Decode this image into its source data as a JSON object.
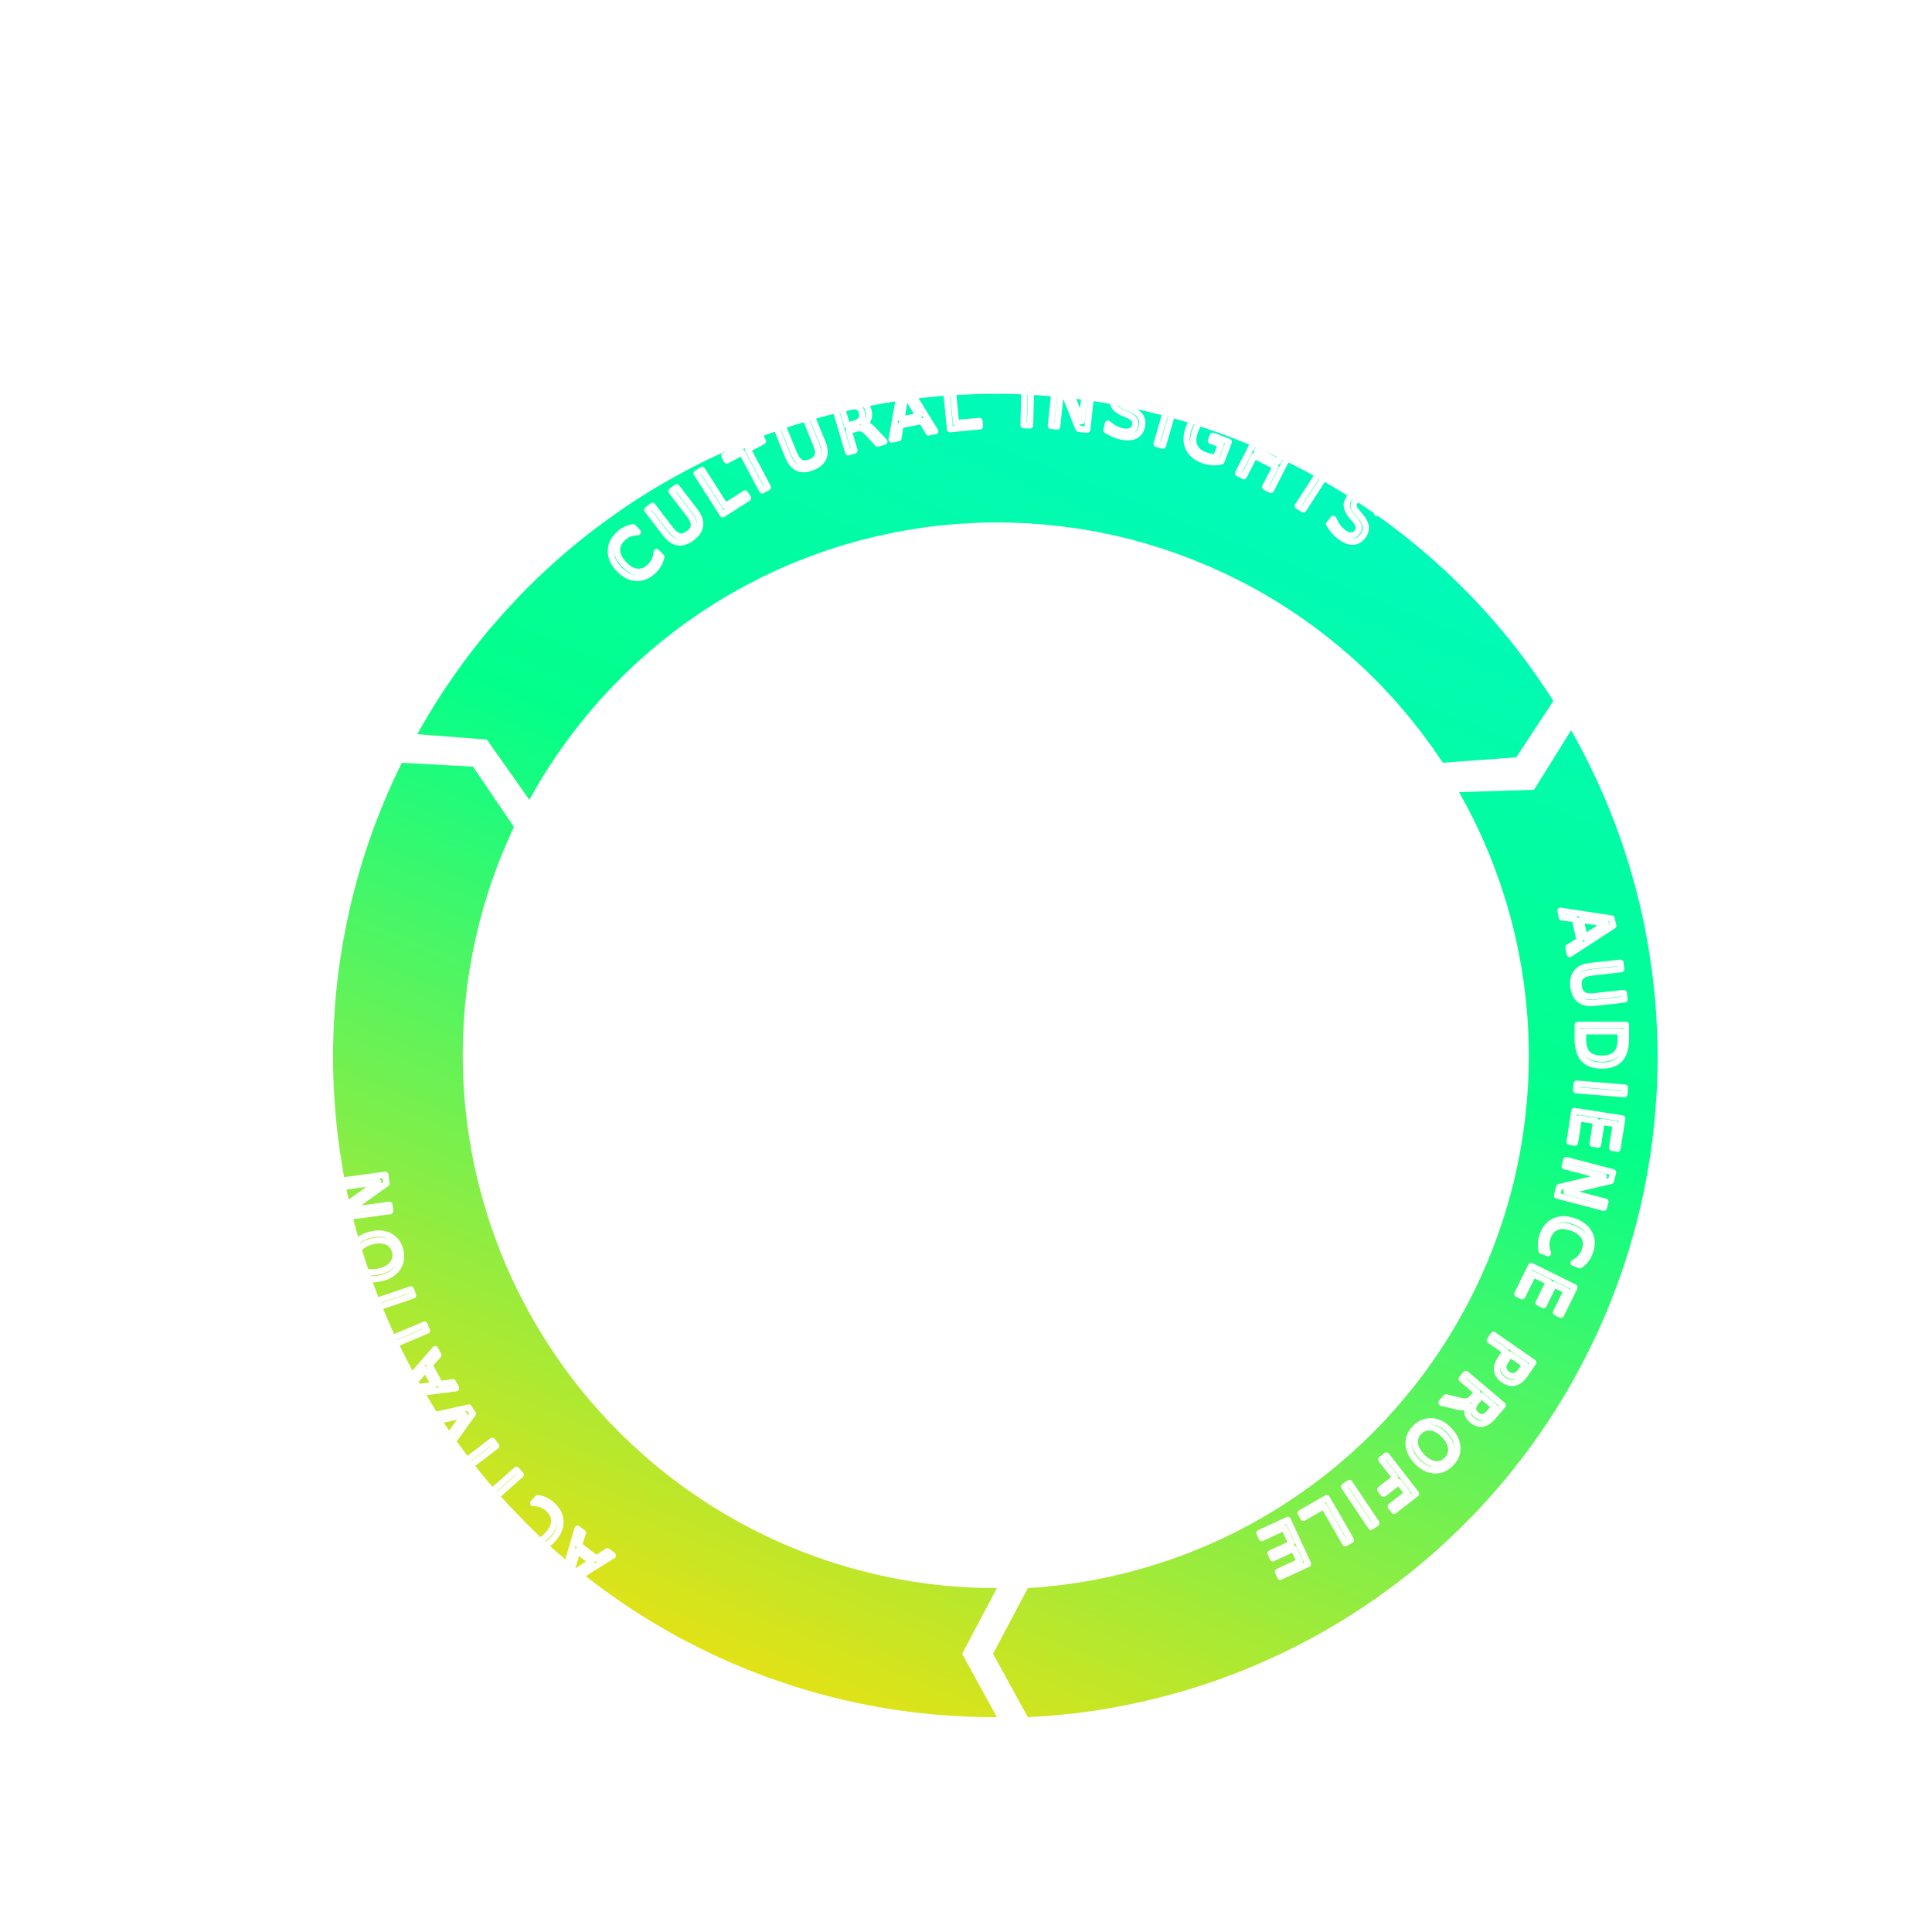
{
  "diagram": {
    "type": "cycle-ring",
    "segments": [
      {
        "id": "cultural-insights",
        "label": "CULTURAL INSIGHTS"
      },
      {
        "id": "audience-profile",
        "label": "AUDIENCE PROFILE"
      },
      {
        "id": "activation",
        "label": "ACTIVATION"
      }
    ],
    "colors": {
      "gradient_top_left": "#03ff8a",
      "gradient_top_right": "#00f7d2",
      "gradient_bottom": "#f2e00e",
      "label": "#ffffff",
      "background": "#ffffff"
    }
  }
}
